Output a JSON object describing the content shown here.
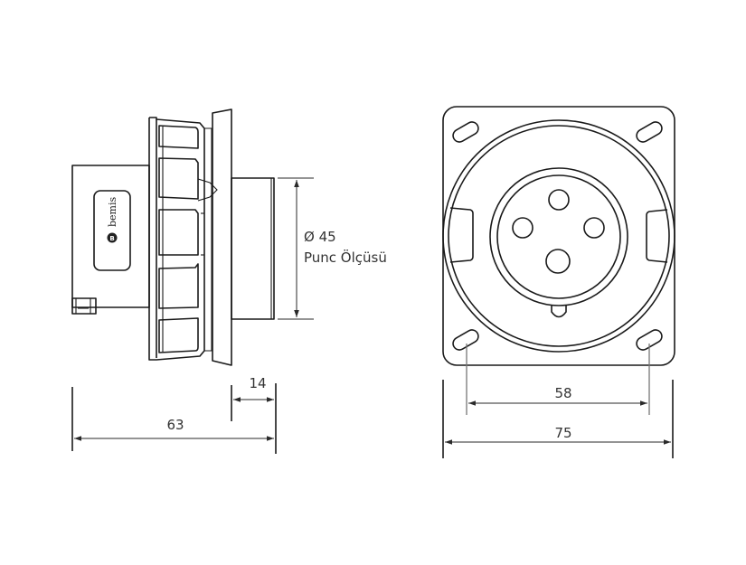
{
  "title": "Bemis panel-mount socket technical drawing",
  "brand": {
    "logo_text": "bemis",
    "logo_badge": "B"
  },
  "side_view": {
    "diameter_label": "Ø 45",
    "cutout_label": "Punc Ölçüsü",
    "dim_depth_front": "14",
    "dim_depth_total": "63"
  },
  "front_view": {
    "pin_count": 4,
    "mounting_holes": 4,
    "dim_hole_spacing": "58",
    "dim_plate_width": "75"
  },
  "colors": {
    "line": "#1a1a1a",
    "text": "#333333",
    "background": "#ffffff"
  }
}
